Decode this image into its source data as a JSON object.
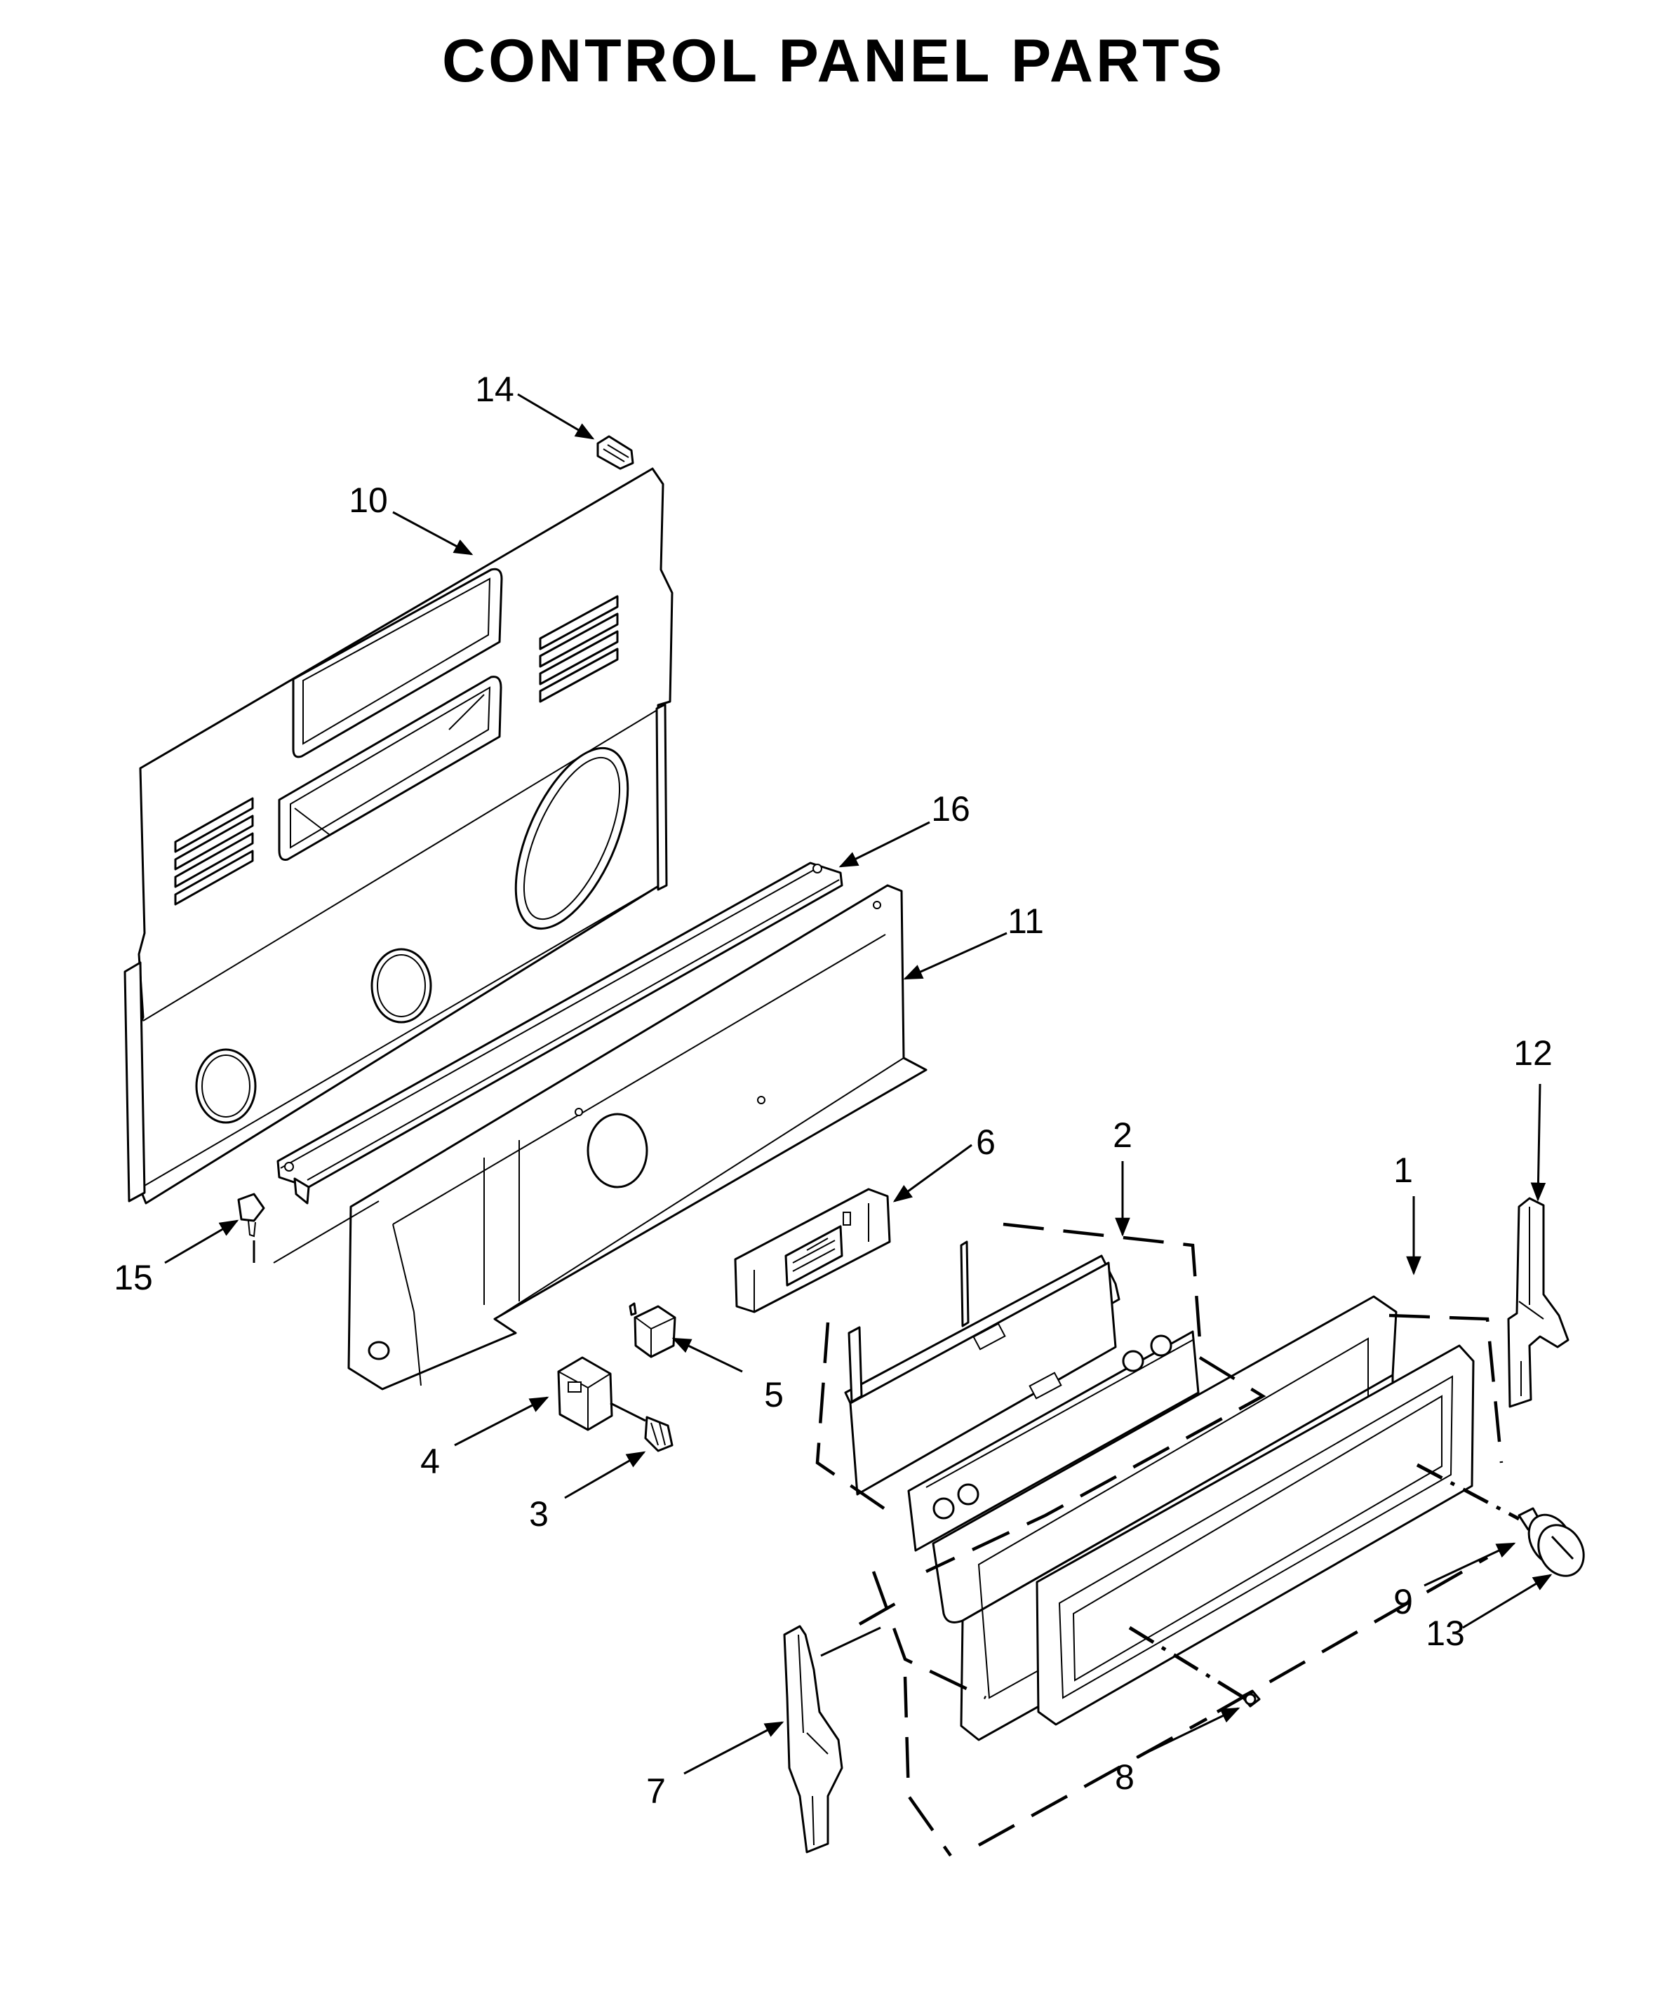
{
  "title": "CONTROL PANEL PARTS",
  "callouts": [
    {
      "id": "callout-1",
      "label": "1"
    },
    {
      "id": "callout-2",
      "label": "2"
    },
    {
      "id": "callout-3",
      "label": "3"
    },
    {
      "id": "callout-4",
      "label": "4"
    },
    {
      "id": "callout-5",
      "label": "5"
    },
    {
      "id": "callout-6",
      "label": "6"
    },
    {
      "id": "callout-7",
      "label": "7"
    },
    {
      "id": "callout-8",
      "label": "8"
    },
    {
      "id": "callout-9",
      "label": "9"
    },
    {
      "id": "callout-10",
      "label": "10"
    },
    {
      "id": "callout-11",
      "label": "11"
    },
    {
      "id": "callout-12",
      "label": "12"
    },
    {
      "id": "callout-13",
      "label": "13"
    },
    {
      "id": "callout-14",
      "label": "14"
    },
    {
      "id": "callout-15",
      "label": "15"
    },
    {
      "id": "callout-16",
      "label": "16"
    }
  ]
}
